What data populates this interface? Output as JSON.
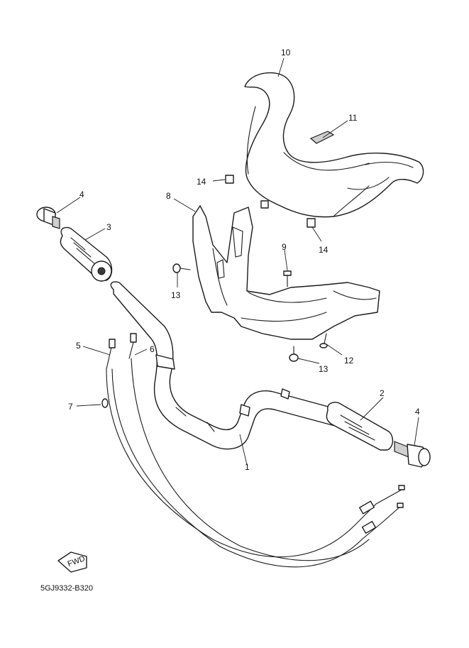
{
  "diagram": {
    "drawing_code": "5GJ9332-B320",
    "fwd_marker": "FWD",
    "callouts": [
      {
        "id": "c10",
        "text": "10"
      },
      {
        "id": "c11",
        "text": "11"
      },
      {
        "id": "c14a",
        "text": "14"
      },
      {
        "id": "c14b",
        "text": "14"
      },
      {
        "id": "c8",
        "text": "8"
      },
      {
        "id": "c4a",
        "text": "4"
      },
      {
        "id": "c3",
        "text": "3"
      },
      {
        "id": "c9",
        "text": "9"
      },
      {
        "id": "c13a",
        "text": "13"
      },
      {
        "id": "c5",
        "text": "5"
      },
      {
        "id": "c6",
        "text": "6"
      },
      {
        "id": "c12",
        "text": "12"
      },
      {
        "id": "c13b",
        "text": "13"
      },
      {
        "id": "c7",
        "text": "7"
      },
      {
        "id": "c2",
        "text": "2"
      },
      {
        "id": "c4b",
        "text": "4"
      },
      {
        "id": "c1",
        "text": "1"
      }
    ]
  }
}
